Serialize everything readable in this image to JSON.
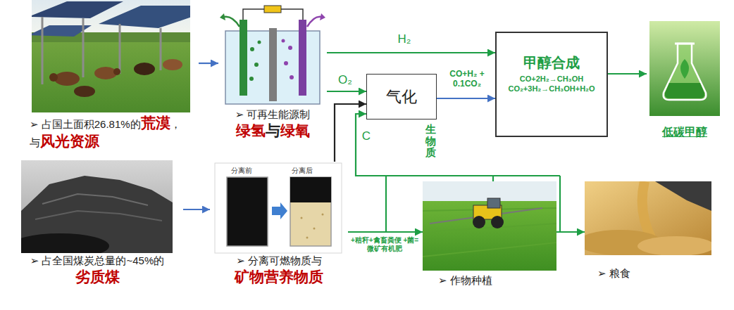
{
  "diagram": {
    "nodes": [
      {
        "text": [
          "➢ 占国土面积26.81%的荒漠，与风光资源"
        ]
      },
      {
        "text": [
          "➢ 占全国煤炭总量的~45%的 劣质煤"
        ]
      },
      {
        "text": [
          "➢ 可再生能源制 绿氢与绿氧"
        ]
      },
      {
        "text": [
          "➢ 分离可燃物质与 矿物营养物质"
        ]
      },
      {
        "text": [
          "气化"
        ]
      },
      {
        "text": [
          "甲醇合成",
          "CO+2H₂→CH₃OH",
          "CO₂+3H₂→CH₃OH+H₂O"
        ]
      },
      {
        "text": [
          "低碳甲醇"
        ]
      },
      {
        "text": [
          "➢ 作物种植"
        ]
      },
      {
        "text": [
          "➢ 粮食"
        ]
      }
    ],
    "edges": [
      {
        "from": 0,
        "to": 2,
        "arrow": "to"
      },
      {
        "from": 1,
        "to": 3,
        "arrow": "to"
      },
      {
        "from": 2,
        "to": 5,
        "label": "H₂",
        "arrow": "to"
      },
      {
        "from": 2,
        "to": 4,
        "label": "O₂",
        "arrow": "to"
      },
      {
        "from": 3,
        "to": 4,
        "arrow": "to"
      },
      {
        "from": 4,
        "to": 5,
        "label": "CO+H₂ + 0.1CO₂",
        "arrow": "to"
      },
      {
        "from": 3,
        "to": 7,
        "label": "+秸秆+禽畜粪便 +菌=微矿有机肥",
        "arrow": "to"
      },
      {
        "from": 7,
        "to": 4,
        "label": "C",
        "arrow": "to"
      },
      {
        "from": 7,
        "to": 8,
        "arrow": "to"
      },
      {
        "from": 5,
        "to": 6,
        "arrow": "to"
      }
    ],
    "labels": [
      "分离前",
      "分离后",
      "生物质"
    ]
  }
}
